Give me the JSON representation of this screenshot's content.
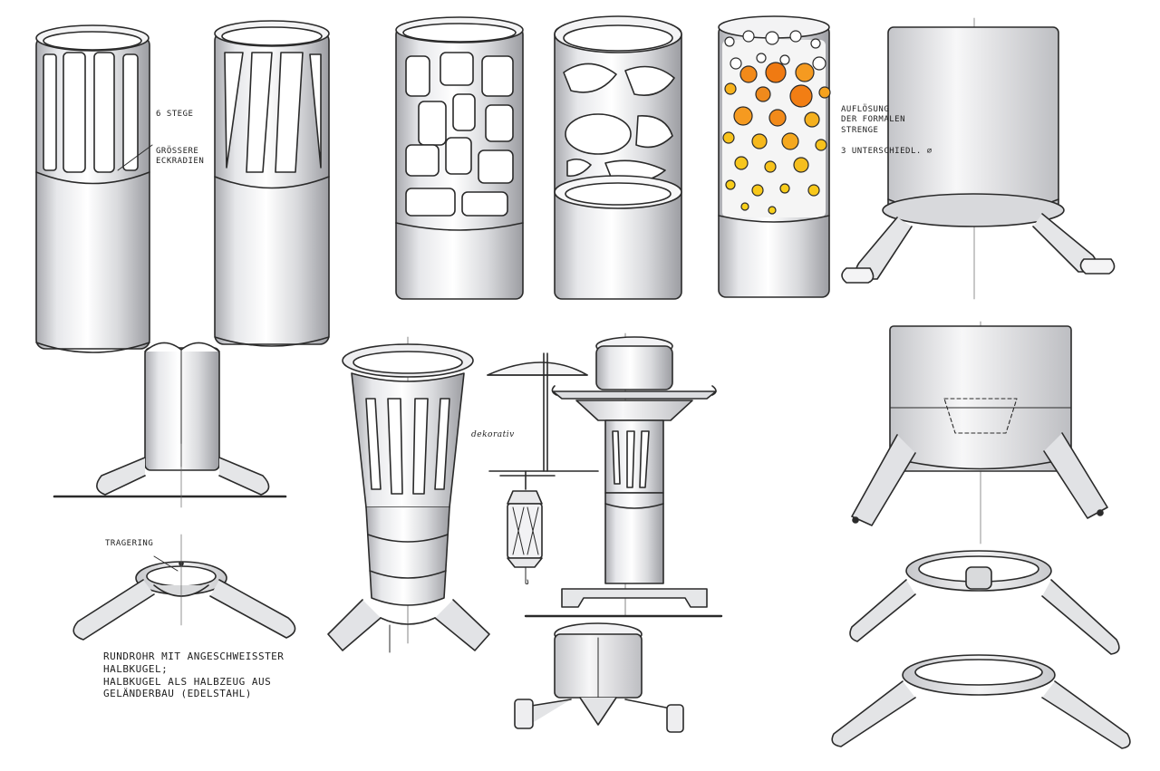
{
  "annotations": {
    "stege": "6 STEGE",
    "eckradien": [
      "GRÖSSERE",
      "ECKRADIEN"
    ],
    "aufloesung": [
      "AUFLÖSUNG",
      "DER FORMALEN",
      "STRENGE"
    ],
    "durchmesser": "3 UNTERSCHIEDL. ⌀",
    "tragering": "TRAGERING",
    "dekorativ": "dekorativ",
    "rundrohr": [
      "RUNDROHR MIT ANGESCHWEISSTER",
      "HALBKUGEL;",
      "HALBKUGEL ALS HALBZEUG AUS",
      "GELÄNDERBAU (EDELSTAHL)"
    ]
  },
  "colors": {
    "ink": "#2a2a2a",
    "metal_light": "#f2f2f4",
    "metal_mid": "#d3d4d8",
    "metal_dark": "#a8a9ae",
    "accent_orange": "#f08a1c",
    "accent_yellow": "#f5c21a"
  }
}
